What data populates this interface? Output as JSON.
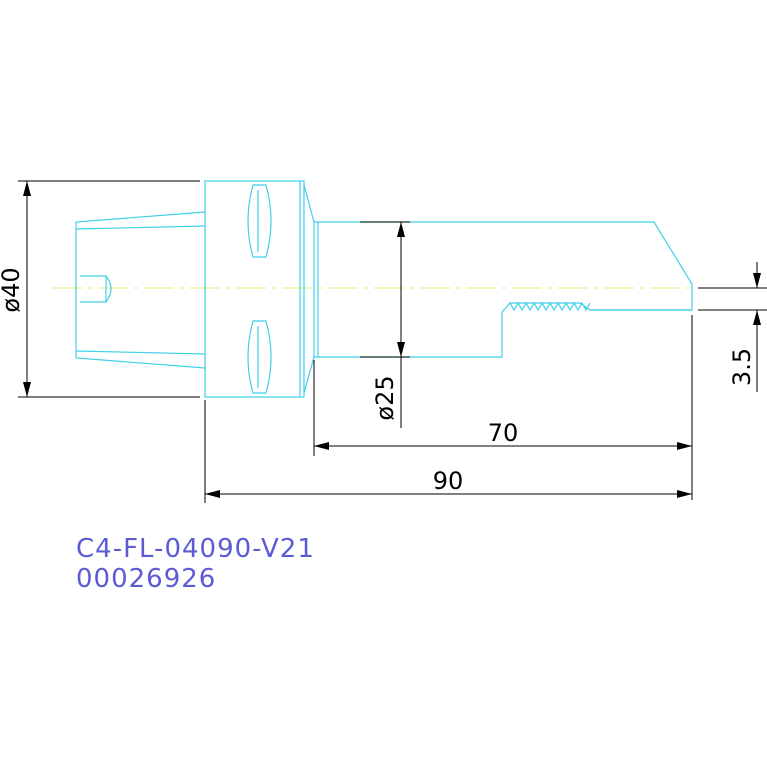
{
  "drawing": {
    "dimensions": {
      "diameter_40": "ø40",
      "diameter_25": "ø25",
      "length_70": "70",
      "length_90": "90",
      "offset_3_5": "3.5"
    },
    "caption": {
      "part_code": "C4-FL-04090-V21",
      "part_number": "00026926"
    },
    "colors": {
      "geometry": "#3fd0e8",
      "dimensions": "#000000",
      "centerline": "#e8e870",
      "caption": "#5b5bd6"
    }
  }
}
